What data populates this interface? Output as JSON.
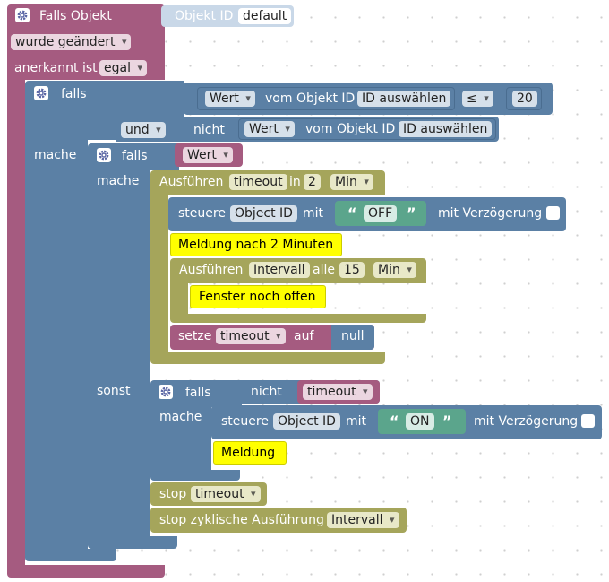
{
  "event": {
    "title": "Falls Objekt",
    "objekt_id_label": "Objekt ID",
    "objekt_id_value": "default",
    "changed": "wurde geändert",
    "ack_label": "anerkannt ist",
    "ack_value": "egal"
  },
  "if1": {
    "falls": "falls",
    "mache": "mache",
    "cond_value": "Wert",
    "vom_objekt": "vom Objekt ID",
    "id_select": "ID auswählen",
    "compare": "≤",
    "number": "20",
    "und": "und",
    "nicht": "nicht",
    "cond2_value": "Wert",
    "vom_objekt2": "vom Objekt ID",
    "id_select2": "ID auswählen"
  },
  "if2": {
    "falls": "falls",
    "mache": "mache",
    "sonst": "sonst",
    "var": "Wert"
  },
  "timeout_block": {
    "ausfuehren": "Ausführen",
    "name": "timeout",
    "in": "in",
    "amount": "2",
    "unit": "Min"
  },
  "control_off": {
    "steuere": "steuere",
    "object_id": "Object ID",
    "mit": "mit",
    "value": "OFF",
    "mit_verzoegerung": "mit Verzögerung"
  },
  "msg1": "Meldung nach 2 Minuten",
  "interval_block": {
    "ausfuehren": "Ausführen",
    "name": "Intervall",
    "alle": "alle",
    "amount": "15",
    "unit": "Min"
  },
  "msg2": "Fenster noch offen",
  "setze": {
    "label": "setze",
    "var": "timeout",
    "auf": "auf",
    "value": "null"
  },
  "if3": {
    "falls": "falls",
    "mache": "mache",
    "nicht": "nicht",
    "var": "timeout"
  },
  "control_on": {
    "steuere": "steuere",
    "object_id": "Object ID",
    "mit": "mit",
    "value": "ON",
    "mit_verzoegerung": "mit Verzögerung"
  },
  "msg3": "Meldung",
  "stop": {
    "label": "stop",
    "var": "timeout"
  },
  "stop_cyclic": {
    "label": "stop zyklische Ausführung",
    "var": "Intervall"
  },
  "colors": {
    "event": "#a55b80",
    "logic": "#5b80a5",
    "timer": "#a5a55b",
    "text": "#5ba58c",
    "message": "#ffff00"
  }
}
